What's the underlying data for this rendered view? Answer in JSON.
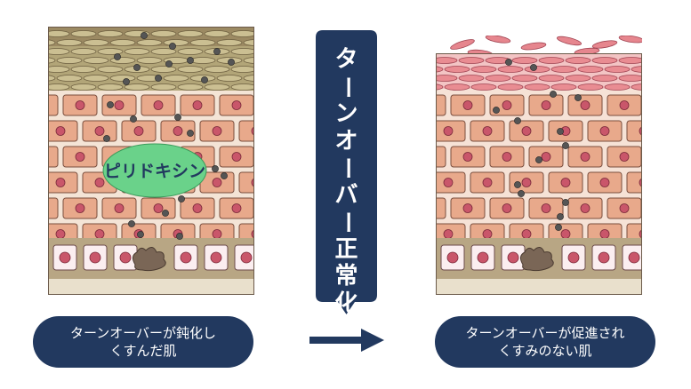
{
  "left_panel": {
    "bubble_label": "ピリドキシン",
    "caption_lines": [
      "ターンオーバーが鈍化し",
      "くすんだ肌"
    ]
  },
  "right_panel": {
    "caption_lines": [
      "ターンオーバーが促進され",
      "くすみのない肌"
    ]
  },
  "banner": {
    "chars": [
      "タ",
      "ー",
      "ン",
      "オ",
      "ー",
      "バ",
      "ー",
      "正",
      "常",
      "化"
    ]
  },
  "colors": {
    "navy": "#22395f",
    "cell_fill": "#e8a98b",
    "cell_outline": "#7a4e3e",
    "nucleus": "#c9566a",
    "bubble": "#6ad28a",
    "bubble_text": "#22395f",
    "stratum_corneum_dull": "#a89b70",
    "stratum_corneum_clear": "#f3c4c4",
    "basal_layer": "#b8a684"
  }
}
